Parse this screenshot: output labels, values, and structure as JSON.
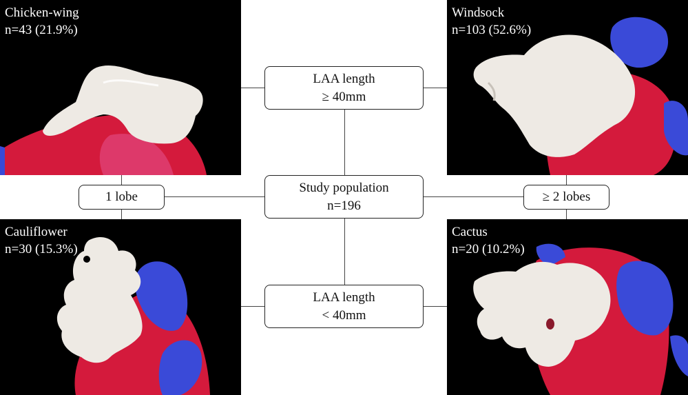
{
  "panels": {
    "chicken_wing": {
      "name": "Chicken-wing",
      "count": "n=43 (21.9%)"
    },
    "windsock": {
      "name": "Windsock",
      "count": "n=103 (52.6%)"
    },
    "cauliflower": {
      "name": "Cauliflower",
      "count": "n=30 (15.3%)"
    },
    "cactus": {
      "name": "Cactus",
      "count": "n=20 (10.2%)"
    }
  },
  "boxes": {
    "length_ge": {
      "line1": "LAA length",
      "line2": "≥ 40mm"
    },
    "center": {
      "line1": "Study population",
      "line2": "n=196"
    },
    "length_lt": {
      "line1": "LAA length",
      "line2": "< 40mm"
    },
    "one_lobe": {
      "label": "1 lobe"
    },
    "two_lobes": {
      "label": "≥ 2 lobes"
    }
  },
  "colors": {
    "background": "#000000",
    "appendage": "#eeeae4",
    "atrium": "#d41a3c",
    "vessel": "#3a4ad8"
  }
}
